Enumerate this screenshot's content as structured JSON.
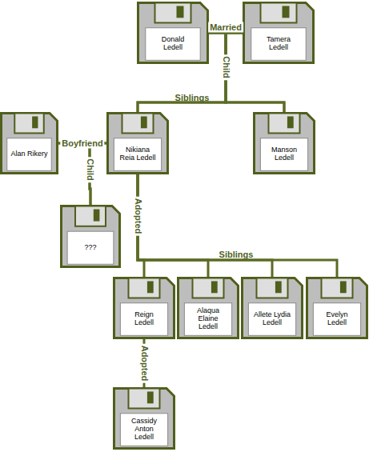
{
  "diagram": {
    "nodes": [
      {
        "text": [
          "Donald Ledell"
        ]
      },
      {
        "text": [
          "Tamera Ledell"
        ]
      },
      {
        "text": [
          "Alan Rikery"
        ]
      },
      {
        "text": [
          "Nikiana Reia Ledell"
        ]
      },
      {
        "text": [
          "Manson Ledell"
        ]
      },
      {
        "text": [
          "???"
        ]
      },
      {
        "text": [
          "Reign Ledell"
        ]
      },
      {
        "text": [
          "Alaqua Elaine Ledell"
        ]
      },
      {
        "text": [
          "Allete Lydia Ledell"
        ]
      },
      {
        "text": [
          "Evelyn Ledell"
        ]
      },
      {
        "text": [
          "Cassidy Anton Ledell"
        ]
      }
    ],
    "edges": [
      {
        "from": 0,
        "to": 1,
        "label": "Married",
        "arrow": "none"
      },
      {
        "from": 0,
        "to": 3,
        "label": "Child",
        "arrow": "none"
      },
      {
        "from": 0,
        "to": 4,
        "arrow": "none"
      },
      {
        "from": 1,
        "to": 3,
        "arrow": "none"
      },
      {
        "from": 1,
        "to": 4,
        "arrow": "none"
      },
      {
        "from": 2,
        "to": 3,
        "label": "Boyfriend",
        "arrow": "none"
      },
      {
        "from": 2,
        "to": 5,
        "label": "Child",
        "arrow": "none"
      },
      {
        "from": 3,
        "to": 5,
        "arrow": "none"
      },
      {
        "from": 3,
        "to": 6,
        "label": "Adopted",
        "arrow": "none"
      },
      {
        "from": 3,
        "to": 7,
        "arrow": "none"
      },
      {
        "from": 3,
        "to": 8,
        "arrow": "none"
      },
      {
        "from": 3,
        "to": 9,
        "arrow": "none"
      },
      {
        "from": 6,
        "to": 10,
        "label": "Adopted",
        "arrow": "none"
      }
    ],
    "labels": [
      "Siblings",
      "Siblings"
    ]
  }
}
